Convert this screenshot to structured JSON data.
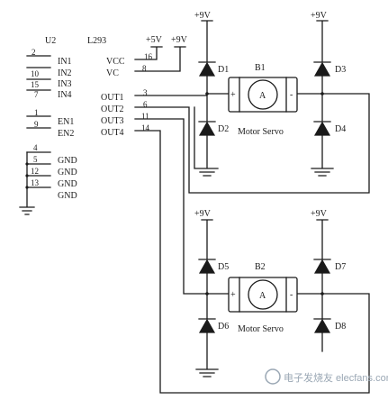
{
  "chip": {
    "ref": "U2",
    "part": "L293",
    "supply_labels": [
      "+5V",
      "+9V"
    ],
    "power_pins": [
      {
        "name": "VCC",
        "num": "16"
      },
      {
        "name": "VC",
        "num": "8"
      }
    ],
    "inputs": [
      {
        "name": "IN1",
        "num": "2"
      },
      {
        "name": "IN2",
        "num": "10"
      },
      {
        "name": "IN3",
        "num": "15"
      },
      {
        "name": "IN4",
        "num": "7"
      }
    ],
    "enables": [
      {
        "name": "EN1",
        "num": "1"
      },
      {
        "name": "EN2",
        "num": "9"
      }
    ],
    "outputs": [
      {
        "name": "OUT1",
        "num": "3"
      },
      {
        "name": "OUT2",
        "num": "6"
      },
      {
        "name": "OUT3",
        "num": "11"
      },
      {
        "name": "OUT4",
        "num": "14"
      }
    ],
    "grounds": [
      {
        "name": "GND",
        "num": "5"
      },
      {
        "name": "GND",
        "num": "12"
      },
      {
        "name": "GND",
        "num": "13"
      },
      {
        "name": "GND",
        "num": ""
      }
    ],
    "gnd_top_num": "4"
  },
  "bridges": [
    {
      "motor_ref": "B1",
      "motor_label": "Motor Servo",
      "motor_symbol": "A",
      "plus": "+",
      "minus": "-",
      "rail": "+9V",
      "diodes": [
        "D1",
        "D2",
        "D3",
        "D4"
      ]
    },
    {
      "motor_ref": "B2",
      "motor_label": "Motor Servo",
      "motor_symbol": "A",
      "plus": "+",
      "minus": "-",
      "rail": "+9V",
      "diodes": [
        "D5",
        "D6",
        "D7",
        "D8"
      ]
    }
  ],
  "watermark": "电子发烧友 elecfans.com"
}
